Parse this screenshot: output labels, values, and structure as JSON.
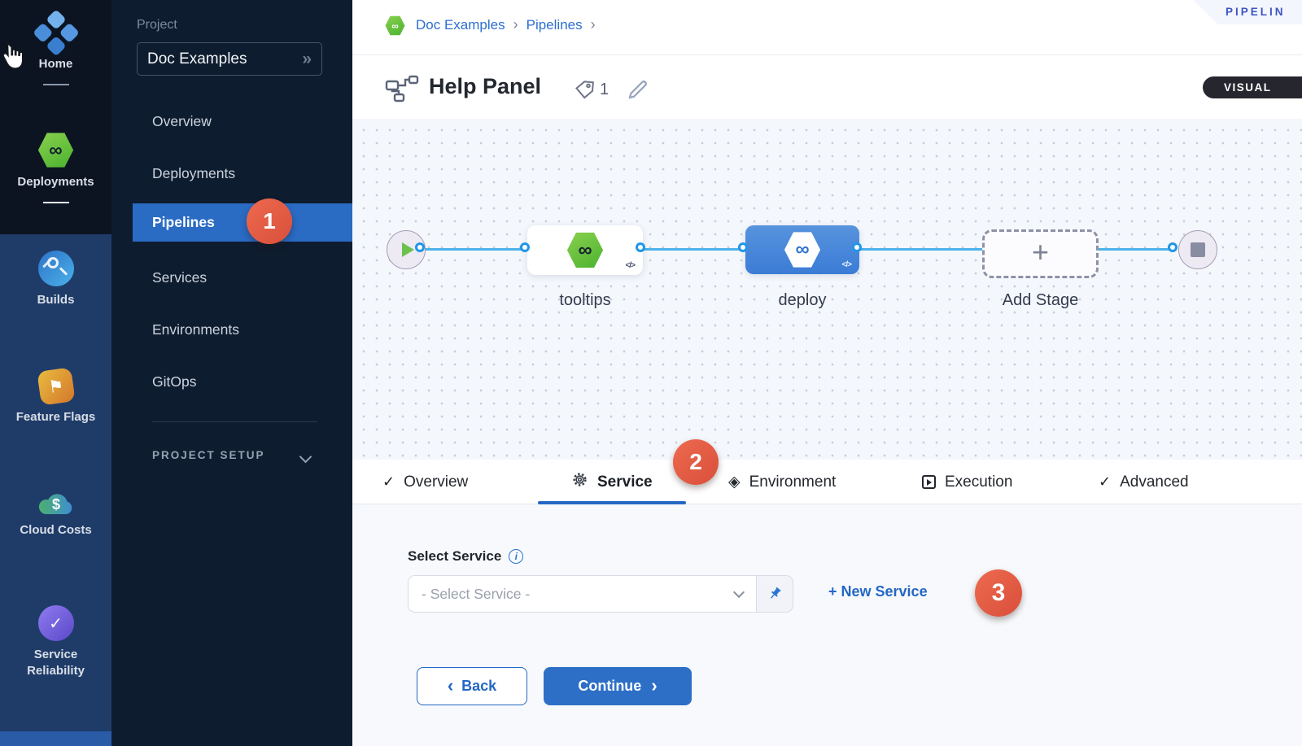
{
  "colors": {
    "accent_blue": "#2467c4",
    "badge_red": "#e2573f",
    "active_row_blue": "#2a6bc4",
    "harness_green": "#63c23a",
    "node_blue": "#4285d6",
    "canvas_bg": "#f4f7fc"
  },
  "glyphs": {
    "infinity": "∞",
    "check": "✓",
    "diamond": "◈",
    "flag": "⚑",
    "dollar": "$",
    "chevrons_right": "»",
    "breadcrumb_sep": "›",
    "back_chevron": "‹",
    "forward_chevron": "›",
    "code": "</>",
    "plus": "+",
    "info": "i"
  },
  "module_nav": {
    "items": [
      {
        "label": "Home"
      },
      {
        "label": "Deployments"
      },
      {
        "label": "Builds"
      },
      {
        "label": "Feature Flags"
      },
      {
        "label": "Cloud Costs"
      },
      {
        "label": "Service Reliability"
      }
    ]
  },
  "project_nav": {
    "section_label": "Project",
    "project_name": "Doc Examples",
    "items": [
      {
        "label": "Overview"
      },
      {
        "label": "Deployments"
      },
      {
        "label": "Pipelines"
      },
      {
        "label": "Services"
      },
      {
        "label": "Environments"
      },
      {
        "label": "GitOps"
      }
    ],
    "active_item": "Pipelines",
    "badge": "1",
    "setup_label": "PROJECT SETUP"
  },
  "breadcrumb": {
    "items": [
      {
        "label": "Doc Examples"
      },
      {
        "label": "Pipelines"
      }
    ]
  },
  "header": {
    "title": "Help Panel",
    "tag_count": "1",
    "ribbon": "PIPELIN",
    "visual_toggle": "VISUAL"
  },
  "canvas": {
    "stages": [
      {
        "name": "tooltips"
      },
      {
        "name": "deploy"
      },
      {
        "name": "Add Stage"
      }
    ]
  },
  "tabs": {
    "items": [
      {
        "label": "Overview"
      },
      {
        "label": "Service"
      },
      {
        "label": "Environment"
      },
      {
        "label": "Execution"
      },
      {
        "label": "Advanced"
      }
    ],
    "active": "Service",
    "badge": "2"
  },
  "service_panel": {
    "label": "Select Service",
    "placeholder": "- Select Service -",
    "new_service": "+ New Service",
    "badge": "3",
    "back": "Back",
    "continue": "Continue"
  }
}
